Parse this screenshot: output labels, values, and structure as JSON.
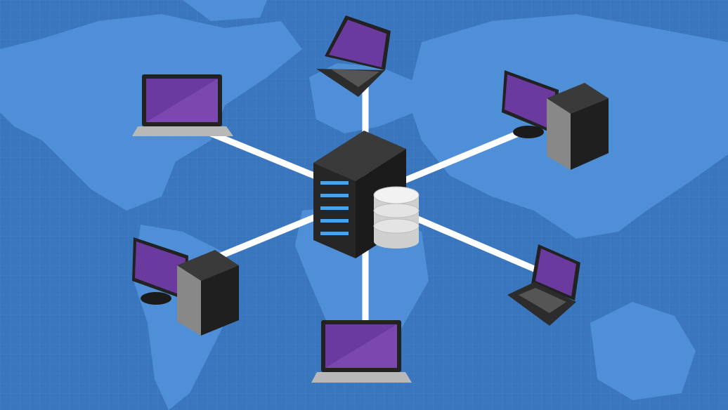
{
  "colors": {
    "background": "#3a76be",
    "continents": "#4f8fd8",
    "grid": "#5a93d3",
    "links": "#ffffff",
    "screen": "#6a3a9e",
    "screen_highlight": "#7b48b0",
    "device_dark": "#262626",
    "device_side": "#3a3a3a",
    "server_led": "#4aa3e8",
    "database": "#e4e4e4"
  },
  "hub": {
    "type": "server-with-database"
  },
  "nodes": [
    {
      "type": "laptop",
      "position": "top"
    },
    {
      "type": "laptop",
      "position": "top-left"
    },
    {
      "type": "desktop",
      "position": "top-right"
    },
    {
      "type": "desktop",
      "position": "bottom-left"
    },
    {
      "type": "laptop",
      "position": "bottom"
    },
    {
      "type": "laptop",
      "position": "bottom-right"
    }
  ]
}
